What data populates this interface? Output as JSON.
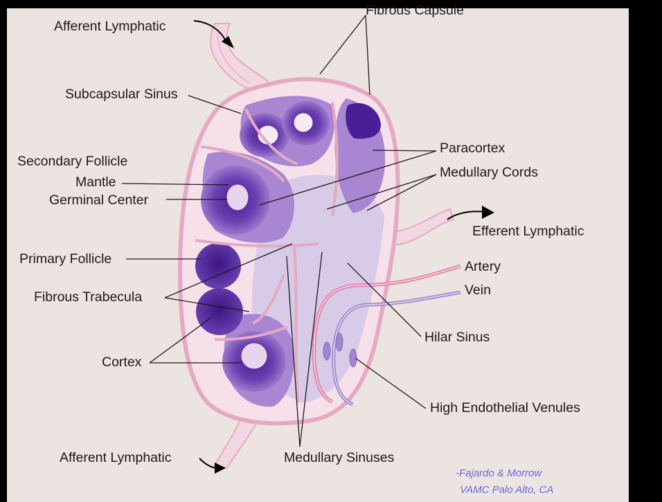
{
  "labels": {
    "fibrous_capsule": "Fibrous Capsule",
    "afferent_lymphatic_top": "Afferent Lymphatic",
    "subcapsular_sinus": "Subcapsular Sinus",
    "secondary_follicle": "Secondary Follicle",
    "mantle": "Mantle",
    "germinal_center": "Germinal Center",
    "paracortex": "Paracortex",
    "medullary_cords": "Medullary Cords",
    "efferent_lymphatic": "Efferent Lymphatic",
    "primary_follicle": "Primary Follicle",
    "artery": "Artery",
    "vein": "Vein",
    "fibrous_trabecula": "Fibrous Trabecula",
    "hilar_sinus": "Hilar Sinus",
    "cortex": "Cortex",
    "high_endothelial_venules": "High Endothelial Venules",
    "afferent_lymphatic_bottom": "Afferent Lymphatic",
    "medullary_sinuses": "Medullary Sinuses"
  },
  "credit": {
    "line1": "-Fajardo & Morrow",
    "line2": "VAMC Palo Alto, CA"
  },
  "colors": {
    "background": "#ece4e0",
    "capsule": "#e5a9c2",
    "follicle": "#4a1e96",
    "paracortex": "#a886d2",
    "medulla": "#cfc1e3",
    "artery": "#e27aa5",
    "vein": "#a085cf",
    "credit_text": "#6b6ad8"
  }
}
